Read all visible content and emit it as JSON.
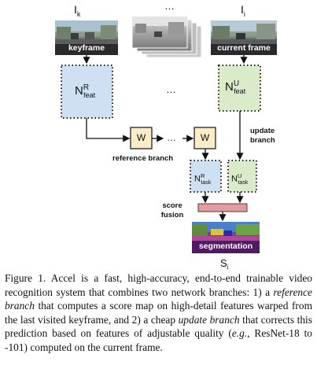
{
  "frames": {
    "keyframe_symbol": "I",
    "keyframe_sub": "k",
    "current_symbol": "I",
    "current_sub": "i",
    "keyframe_label": "keyframe",
    "current_label": "current frame",
    "ellipsis": "…"
  },
  "nodes": {
    "feat_ref": {
      "main": "N",
      "sup": "R",
      "sub": "feat"
    },
    "feat_upd": {
      "main": "N",
      "sup": "U",
      "sub": "feat"
    },
    "warp": "W",
    "task_ref": {
      "main": "N",
      "sup": "R",
      "sub": "task"
    },
    "task_upd": {
      "main": "N",
      "sup": "U",
      "sub": "task"
    }
  },
  "labels": {
    "reference_branch": "reference branch",
    "update_branch_1": "update",
    "update_branch_2": "branch",
    "score_fusion_1": "score",
    "score_fusion_2": "fusion",
    "segmentation": "segmentation",
    "output_symbol": "S",
    "output_sub": "i"
  },
  "caption": {
    "p1": "Figure 1. Accel is a fast, high-accuracy, end-to-end trainable video recognition system that combines two network branches: 1) a ",
    "p2": "reference branch",
    "p3": " that computes a score map on high-detail features warped from the last visited keyframe, and 2) a cheap ",
    "p4": "update branch",
    "p5": " that corrects this prediction based on features of adjustable quality (",
    "p6": "e.g.,",
    "p7": " ResNet-18 to -101) computed on the current frame."
  },
  "colors": {
    "ref_feat_fill": "#cfe0f3",
    "upd_feat_fill": "#d9ebc8",
    "warp_fill": "#f8edc6",
    "fusion_fill": "#e59a9d"
  }
}
